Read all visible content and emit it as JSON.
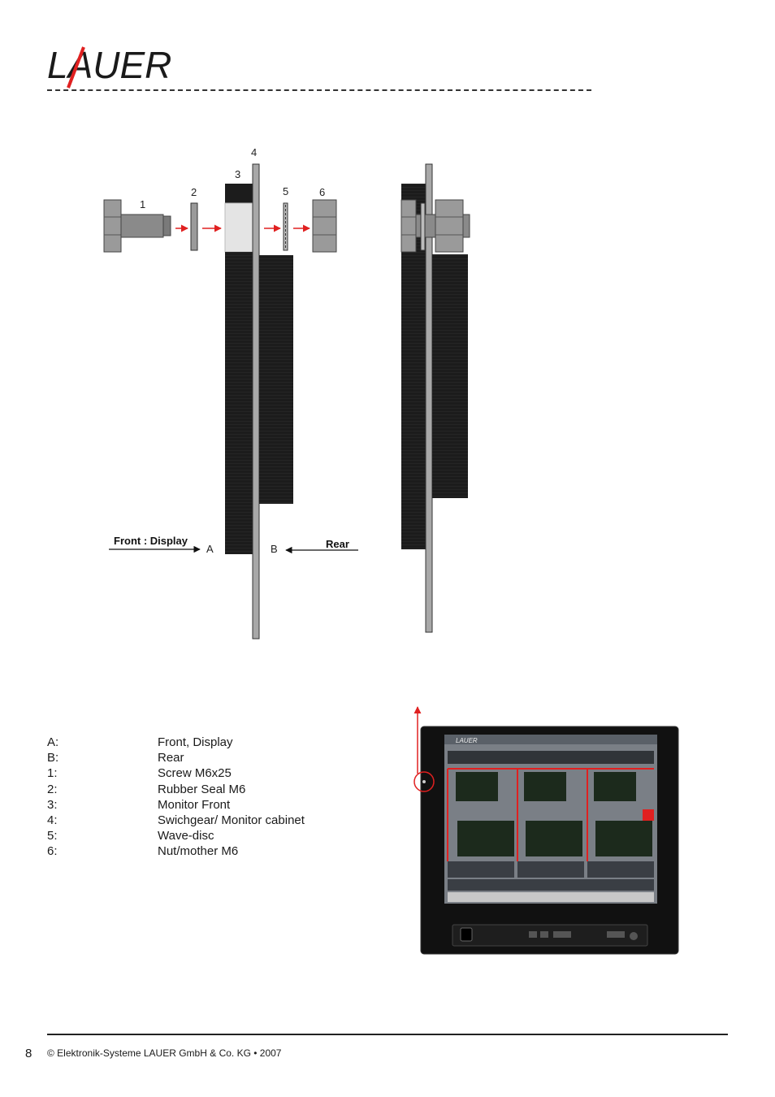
{
  "header": {
    "logo_text": "LAUER"
  },
  "diagram": {
    "part_numbers": [
      "1",
      "2",
      "3",
      "4",
      "5",
      "6"
    ],
    "front_label": "Front : Display",
    "rear_label": "Rear",
    "side_a": "A",
    "side_b": "B"
  },
  "legend": [
    {
      "key": "A:",
      "value": "Front, Display"
    },
    {
      "key": "B:",
      "value": "Rear"
    },
    {
      "key": "1:",
      "value": "Screw M6x25"
    },
    {
      "key": "2:",
      "value": "Rubber Seal M6"
    },
    {
      "key": "3:",
      "value": "Monitor Front"
    },
    {
      "key": "4:",
      "value": "Swichgear/ Monitor cabinet"
    },
    {
      "key": "5:",
      "value": "Wave-disc"
    },
    {
      "key": "6:",
      "value": "Nut/mother M6"
    }
  ],
  "monitor_photo": {
    "logo_text": "LAUER"
  },
  "footer": {
    "page_number": "8",
    "copyright": "© Elektronik-Systeme LAUER GmbH & Co. KG • 2007"
  },
  "colors": {
    "accent_red": "#e02020",
    "panel_black": "#1c1c1c",
    "plate_grey": "#a8a8a8"
  }
}
